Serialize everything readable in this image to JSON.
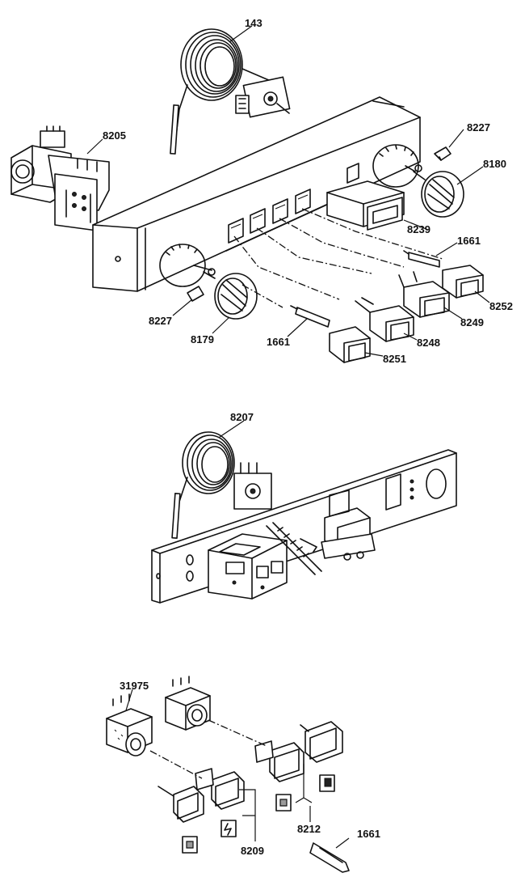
{
  "labels": {
    "p143": "143",
    "p8205": "8205",
    "p8227_top": "8227",
    "p8180": "8180",
    "p8239": "8239",
    "p1661_top": "1661",
    "p8252": "8252",
    "p8249": "8249",
    "p8248": "8248",
    "p8251": "8251",
    "p1661_mid": "1661",
    "p8179": "8179",
    "p8227_left": "8227",
    "p8207": "8207",
    "p31975": "31975",
    "p8212": "8212",
    "p1661_bottom": "1661",
    "p8209": "8209"
  },
  "icons": [
    "thermostat-capillary-icon",
    "control-panel-housing-icon",
    "rocker-switch-icon",
    "indicator-lamp-icon",
    "knob-icon",
    "push-button-switch-icon"
  ]
}
